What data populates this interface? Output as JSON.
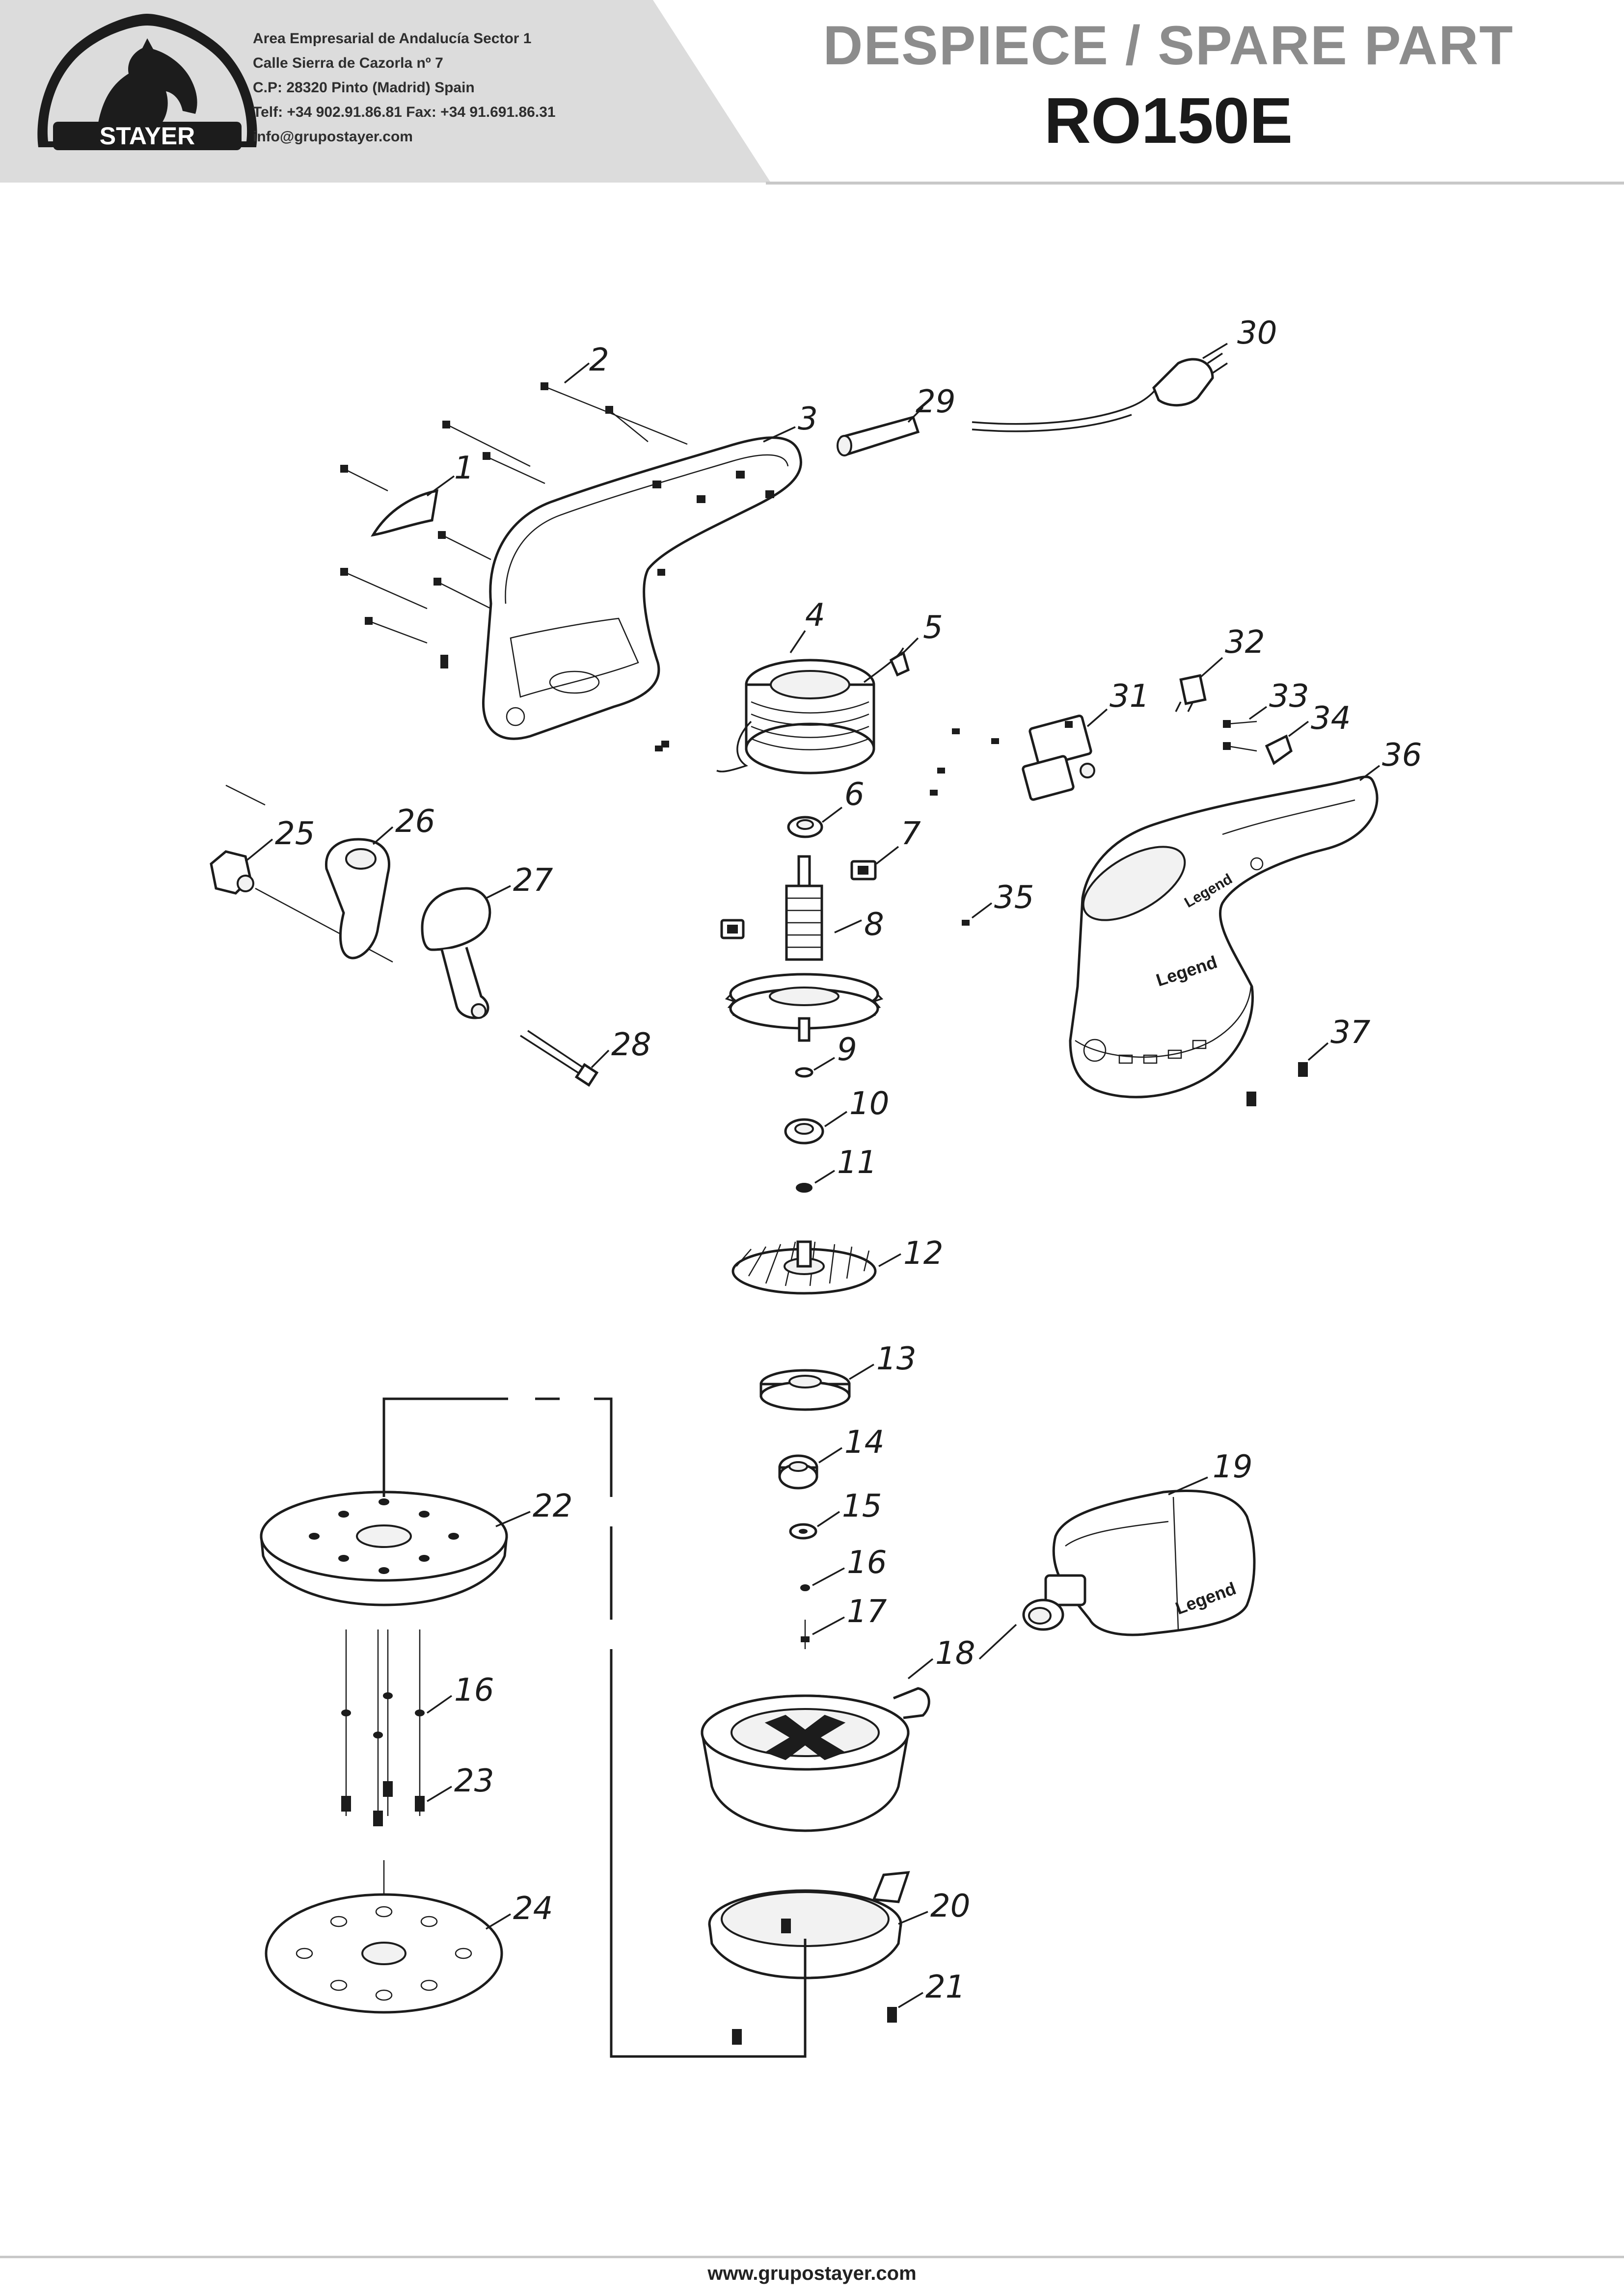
{
  "header": {
    "brand": "STAYER",
    "address_lines": [
      "Area Empresarial de Andalucía Sector 1",
      "Calle Sierra de Cazorla nº 7",
      "C.P: 28320 Pinto (Madrid) Spain",
      "Telf: +34 902.91.86.81 Fax: +34 91.691.86.31",
      "info@grupostayer.com"
    ],
    "title": "DESPIECE / SPARE PART",
    "model": "RO150E"
  },
  "parts": [
    {
      "number": "1"
    },
    {
      "number": "2"
    },
    {
      "number": "3"
    },
    {
      "number": "4"
    },
    {
      "number": "5"
    },
    {
      "number": "6"
    },
    {
      "number": "7"
    },
    {
      "number": "8"
    },
    {
      "number": "9"
    },
    {
      "number": "10"
    },
    {
      "number": "11"
    },
    {
      "number": "12"
    },
    {
      "number": "13"
    },
    {
      "number": "14"
    },
    {
      "number": "15"
    },
    {
      "number": "16"
    },
    {
      "number": "17"
    },
    {
      "number": "18"
    },
    {
      "number": "19"
    },
    {
      "number": "20"
    },
    {
      "number": "21"
    },
    {
      "number": "22"
    },
    {
      "number": "16"
    },
    {
      "number": "23"
    },
    {
      "number": "24"
    },
    {
      "number": "25"
    },
    {
      "number": "26"
    },
    {
      "number": "27"
    },
    {
      "number": "28"
    },
    {
      "number": "29"
    },
    {
      "number": "30"
    },
    {
      "number": "31"
    },
    {
      "number": "32"
    },
    {
      "number": "33"
    },
    {
      "number": "34"
    },
    {
      "number": "35"
    },
    {
      "number": "36"
    },
    {
      "number": "37"
    }
  ],
  "footer": {
    "url": "www.grupostayer.com"
  },
  "colors": {
    "header_band": "#dcdcdc",
    "title_grey": "#8c8c8c",
    "ink": "#1c1c1c"
  }
}
